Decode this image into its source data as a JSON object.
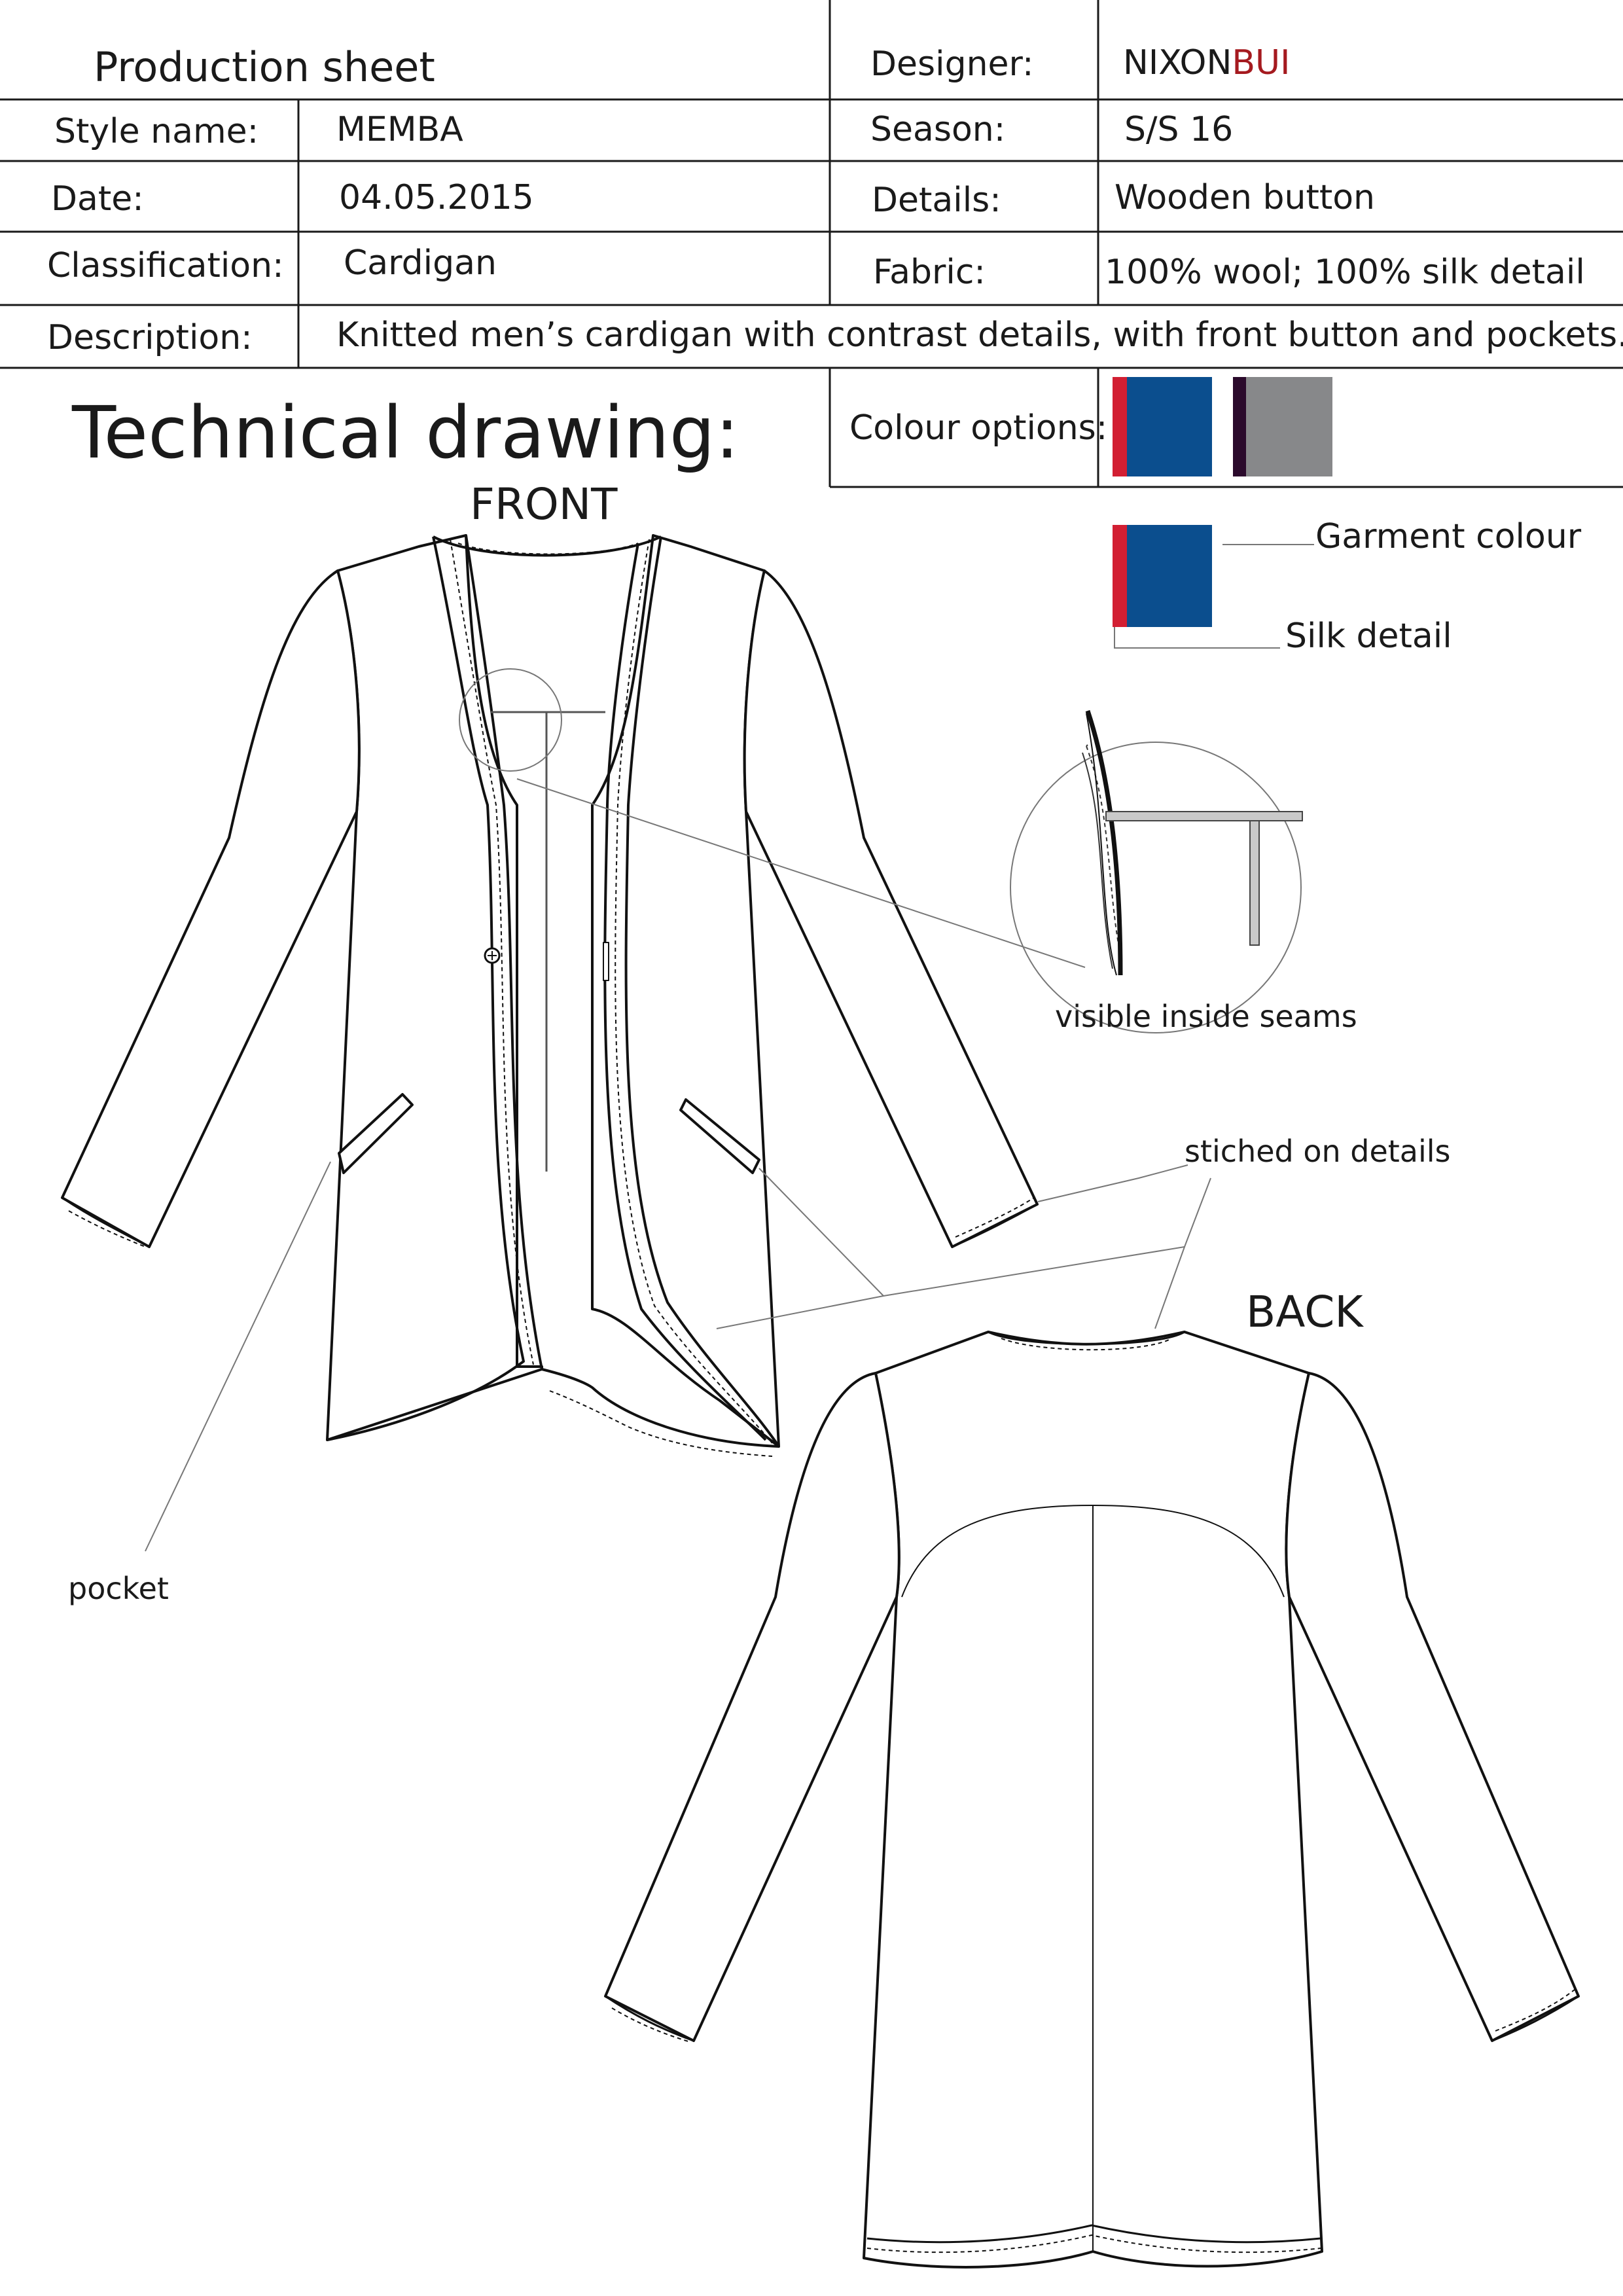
{
  "header": {
    "title": "Production sheet",
    "designer_label": "Designer:",
    "designer_first": "NIXON",
    "designer_last": "BUI"
  },
  "fields": {
    "style_name_label": "Style name:",
    "style_name": "MEMBA",
    "season_label": "Season:",
    "season": "S/S 16",
    "date_label": "Date:",
    "date": "04.05.2015",
    "details_label": "Details:",
    "details": "Wooden button",
    "classification_label": "Classification:",
    "classification": "Cardigan",
    "fabric_label": "Fabric:",
    "fabric": "100% wool; 100% silk detail",
    "description_label": "Description:",
    "description": "Knitted men’s cardigan with contrast details, with front button and pockets."
  },
  "drawing": {
    "heading": "Technical drawing:",
    "front_label": "FRONT",
    "back_label": "BACK",
    "colour_options_label": "Colour options:",
    "garment_colour_label": "Garment colour",
    "silk_detail_label": "Silk detail",
    "inside_seams_label": "visible inside seams",
    "stitched_details_label": "stiched on details",
    "pocket_label": "pocket"
  },
  "colours": {
    "option1_garment": "#0b4e8e",
    "option1_silk": "#d21f33",
    "option2_garment": "#87888a",
    "option2_silk": "#2b0a2c",
    "designer_accent": "#a51a1f"
  }
}
